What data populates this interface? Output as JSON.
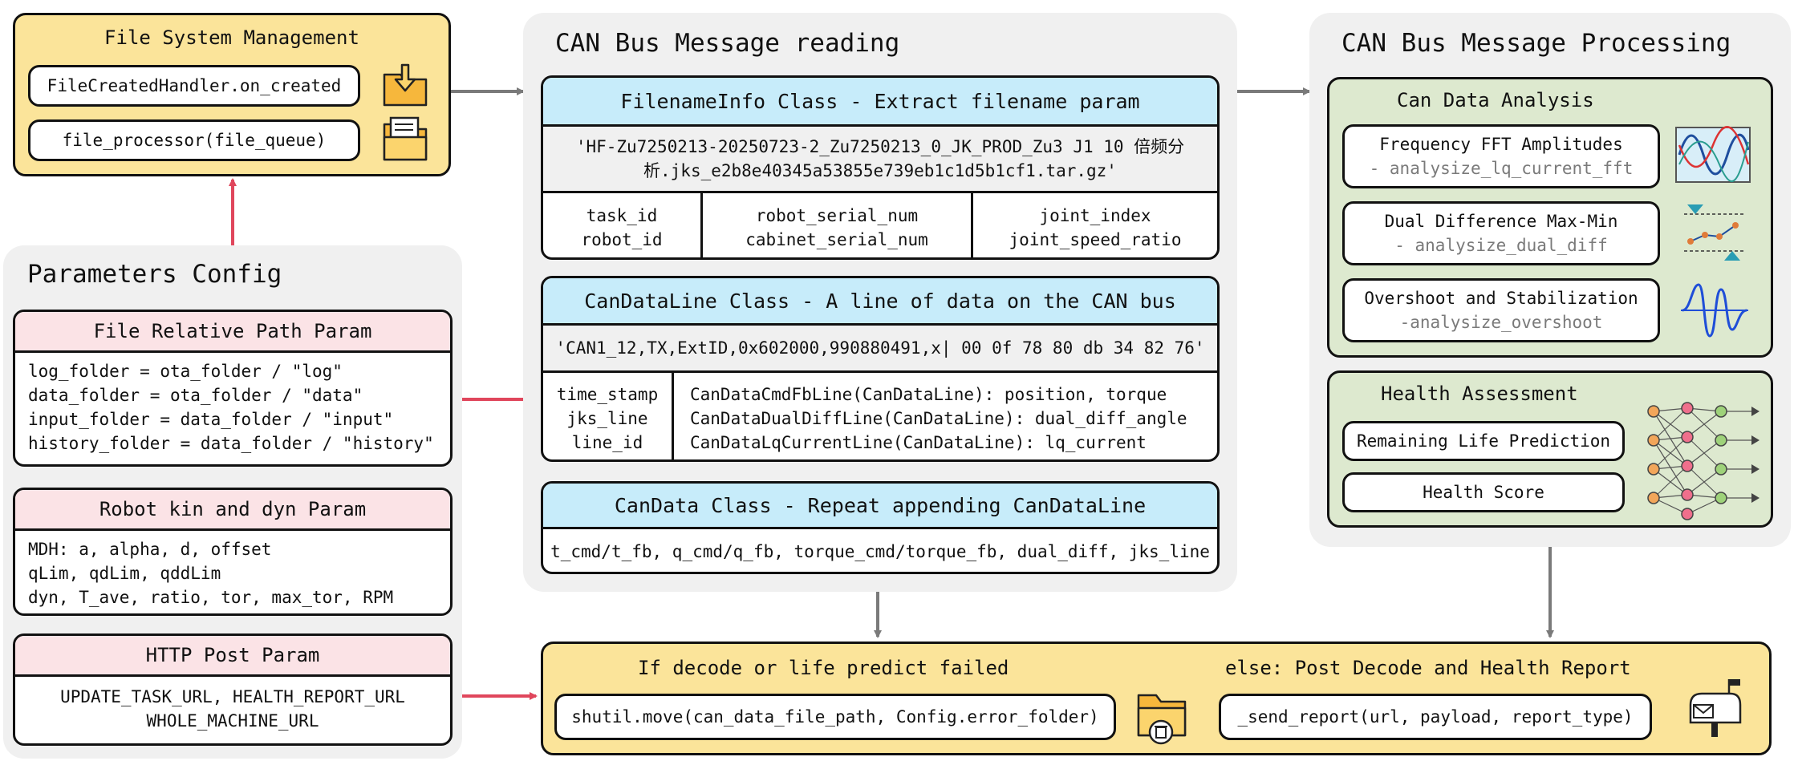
{
  "fsm": {
    "title": "File System Management",
    "item1": "FileCreatedHandler.on_created",
    "item2": "file_processor(file_queue)"
  },
  "params": {
    "title": "Parameters Config",
    "file_path": {
      "header": "File Relative Path Param",
      "lines": [
        "log_folder = ota_folder / \"log\"",
        "data_folder = ota_folder / \"data\"",
        "input_folder = data_folder / \"input\"",
        "history_folder = data_folder / \"history\""
      ]
    },
    "robot": {
      "header": "Robot kin and dyn Param",
      "lines": [
        "MDH: a, alpha, d, offset",
        "qLim, qdLim, qddLim",
        "dyn, T_ave, ratio, tor, max_tor, RPM"
      ]
    },
    "http": {
      "header": "HTTP Post Param",
      "lines": [
        "UPDATE_TASK_URL, HEALTH_REPORT_URL",
        "WHOLE_MACHINE_URL"
      ]
    }
  },
  "reading": {
    "title": "CAN Bus Message reading",
    "filename": {
      "header": "FilenameInfo Class - Extract filename param",
      "example_line1": "'HF-Zu7250213-20250723-2_Zu7250213_0_JK_PROD_Zu3 J1 10 倍频分",
      "example_line2": "析.jks_e2b8e40345a53855e739eb1c1d5b1cf1.tar.gz'",
      "cols": [
        [
          "task_id",
          "robot_id"
        ],
        [
          "robot_serial_num",
          "cabinet_serial_num"
        ],
        [
          "joint_index",
          "joint_speed_ratio"
        ]
      ]
    },
    "dataline": {
      "header": "CanDataLine Class - A line of data on the CAN bus",
      "example": "'CAN1_12,TX,ExtID,0x602000,990880491,x| 00 0f 78 80 db 34 82 76'",
      "left": [
        "time_stamp",
        "jks_line",
        "line_id"
      ],
      "right": [
        "CanDataCmdFbLine(CanDataLine): position, torque",
        "CanDataDualDiffLine(CanDataLine): dual_diff_angle",
        "CanDataLqCurrentLine(CanDataLine): lq_current"
      ]
    },
    "candata": {
      "header": "CanData Class - Repeat appending CanDataLine",
      "line": "t_cmd/t_fb, q_cmd/q_fb, torque_cmd/torque_fb, dual_diff, jks_line"
    }
  },
  "processing": {
    "title": "CAN Bus Message Processing",
    "analysis": {
      "title": "Can Data Analysis",
      "items": [
        {
          "name": "Frequency FFT Amplitudes",
          "func": "- analysize_lq_current_fft"
        },
        {
          "name": "Dual Difference Max-Min",
          "func": "- analysize_dual_diff"
        },
        {
          "name": "Overshoot and Stabilization",
          "func": "-analysize_overshoot"
        }
      ]
    },
    "health": {
      "title": "Health Assessment",
      "items": [
        "Remaining Life Prediction",
        "Health Score"
      ]
    }
  },
  "report": {
    "fail_title": "If decode or life predict failed",
    "fail_cmd": "shutil.move(can_data_file_path, Config.error_folder)",
    "else_title": "else: Post Decode and Health Report",
    "else_cmd": "_send_report(url, payload, report_type)"
  },
  "icons": {
    "fsm_top": "folder-download-icon",
    "fsm_bottom": "folder-documents-icon",
    "fft": "wave-chart-icon",
    "dual_diff": "min-max-line-icon",
    "overshoot": "oscillation-icon",
    "health": "neural-network-icon",
    "trash_folder": "folder-trash-icon",
    "mailbox": "mailbox-icon"
  },
  "colors": {
    "yellow": "#fbe49a",
    "blue_header": "#c7ecfa",
    "pink_header": "#fbe3e6",
    "green": "#dde9cf",
    "red_arrow": "#e0465c",
    "gray_arrow": "#7a7a7a"
  }
}
